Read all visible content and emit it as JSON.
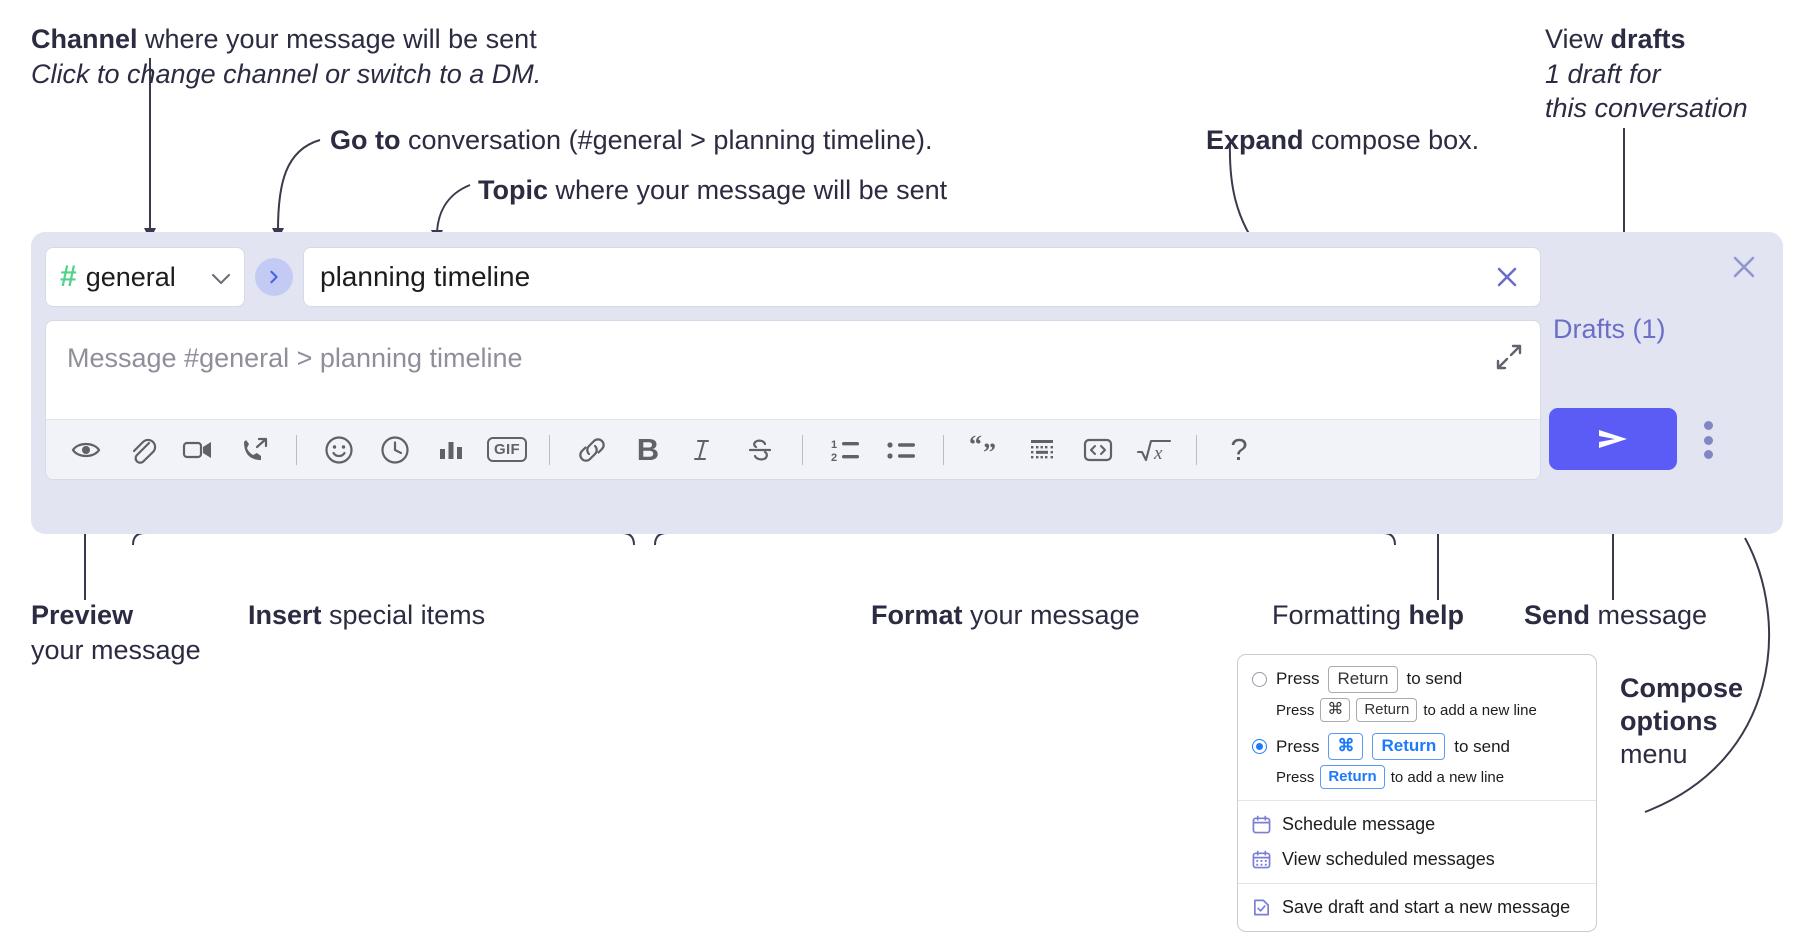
{
  "annotations": {
    "channel": {
      "bold": "Channel",
      "rest": " where your message will be sent",
      "sub": "Click to change channel or switch to a DM."
    },
    "goto": {
      "bold": "Go to",
      "rest": " conversation (#general > planning timeline)."
    },
    "topic": {
      "bold": "Topic",
      "rest": " where your message will be sent"
    },
    "expand": {
      "bold": "Expand",
      "rest": " compose box."
    },
    "drafts": {
      "line1_plain": "View ",
      "line1_bold": "drafts",
      "line2": "1 draft for",
      "line3": "this conversation"
    },
    "preview": {
      "bold": "Preview",
      "line2": "your message"
    },
    "insert": {
      "bold": "Insert",
      "rest": " special items"
    },
    "format": {
      "bold": "Format",
      "rest": " your message"
    },
    "help": {
      "plain": "Formatting ",
      "bold": "help"
    },
    "send": {
      "bold": "Send",
      "rest": " message"
    },
    "compose_options": {
      "line1": "Compose",
      "line2": "options",
      "line3": "menu"
    }
  },
  "composer": {
    "channel": {
      "hash": "#",
      "name": "general"
    },
    "topic": {
      "value": "planning timeline"
    },
    "message": {
      "placeholder": "Message #general > planning timeline"
    },
    "drafts_label": "Drafts (1)",
    "toolbar": [
      {
        "name": "preview-icon",
        "label": "Preview"
      },
      {
        "name": "attachment-icon",
        "label": "Attach file"
      },
      {
        "name": "video-icon",
        "label": "Video"
      },
      {
        "name": "audio-clip-icon",
        "label": "Audio clip"
      },
      {
        "name": "divider",
        "label": ""
      },
      {
        "name": "emoji-icon",
        "label": "Emoji"
      },
      {
        "name": "clock-icon",
        "label": "Reminder"
      },
      {
        "name": "poll-icon",
        "label": "Poll"
      },
      {
        "name": "gif-icon",
        "label": "GIF"
      },
      {
        "name": "divider",
        "label": ""
      },
      {
        "name": "link-icon",
        "label": "Link"
      },
      {
        "name": "bold-icon",
        "label": "B"
      },
      {
        "name": "italic-icon",
        "label": "I"
      },
      {
        "name": "strikethrough-icon",
        "label": "S"
      },
      {
        "name": "divider",
        "label": ""
      },
      {
        "name": "ordered-list-icon",
        "label": "Ordered list"
      },
      {
        "name": "bulleted-list-icon",
        "label": "Bulleted list"
      },
      {
        "name": "divider",
        "label": ""
      },
      {
        "name": "blockquote-icon",
        "label": "Blockquote"
      },
      {
        "name": "code-block-icon",
        "label": "Code block"
      },
      {
        "name": "inline-code-icon",
        "label": "Inline code"
      },
      {
        "name": "math-icon",
        "label": "Math"
      },
      {
        "name": "divider",
        "label": ""
      },
      {
        "name": "formatting-help-icon",
        "label": "?"
      }
    ]
  },
  "compose_menu": {
    "option1": {
      "prefix": "Press",
      "key": "Return",
      "suffix": "to send",
      "sub_prefix": "Press",
      "sub_key_cmd": "⌘",
      "sub_key_return": "Return",
      "sub_suffix": "to add a new line",
      "selected": false
    },
    "option2": {
      "prefix": "Press",
      "key_cmd": "⌘",
      "key_return": "Return",
      "suffix": "to send",
      "sub_prefix": "Press",
      "sub_key_return": "Return",
      "sub_suffix": "to add a new line",
      "selected": true
    },
    "items": [
      {
        "icon": "calendar-schedule-icon",
        "label": "Schedule message"
      },
      {
        "icon": "calendar-list-icon",
        "label": "View scheduled messages"
      },
      {
        "icon": "save-draft-icon",
        "label": "Save draft and start a new message"
      }
    ]
  },
  "colors": {
    "accent": "#5b5bf5",
    "panel_bg": "#e2e5f1",
    "hash_green": "#54d18c",
    "drafts_text": "#6a6ec9",
    "radio_blue": "#1d7afc",
    "menu_icon": "#7b7fd4",
    "annotation_text": "#2b2b42"
  }
}
